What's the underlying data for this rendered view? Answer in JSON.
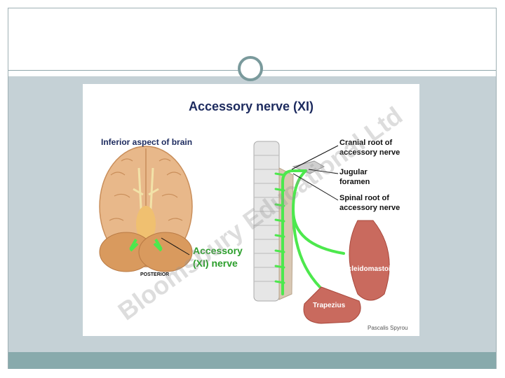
{
  "slide": {
    "colors": {
      "frame_border": "#9fb0b4",
      "content_background": "#c5d1d6",
      "footer_bar": "#88aaac",
      "ornament": "#7a9a9c"
    }
  },
  "figure": {
    "title": "Accessory nerve (XI)",
    "labels": {
      "inferior_aspect": "Inferior aspect of brain",
      "posterior": "POSTERIOR",
      "accessory_line1": "Accessory",
      "accessory_line2": "(XI) nerve",
      "cranial_root_line1": "Cranial root of",
      "cranial_root_line2": "accessory nerve",
      "jugular_line1": "Jugular",
      "jugular_line2": "foramen",
      "spinal_root_line1": "Spinal root of",
      "spinal_root_line2": "accessory nerve",
      "sternocleidomastoid": "Sternocleidomastoid",
      "trapezius": "Trapezius",
      "credit": "Pascalis Spyrou"
    },
    "watermark": "Bloomsbury Educational Ltd",
    "colors": {
      "nerve": "#4de84d",
      "brain": "#e8b88a",
      "cerebellum": "#d99a5e",
      "muscle": "#c96a5e",
      "title": "#1c2a5e",
      "accessory_label": "#2a9e2a"
    }
  }
}
